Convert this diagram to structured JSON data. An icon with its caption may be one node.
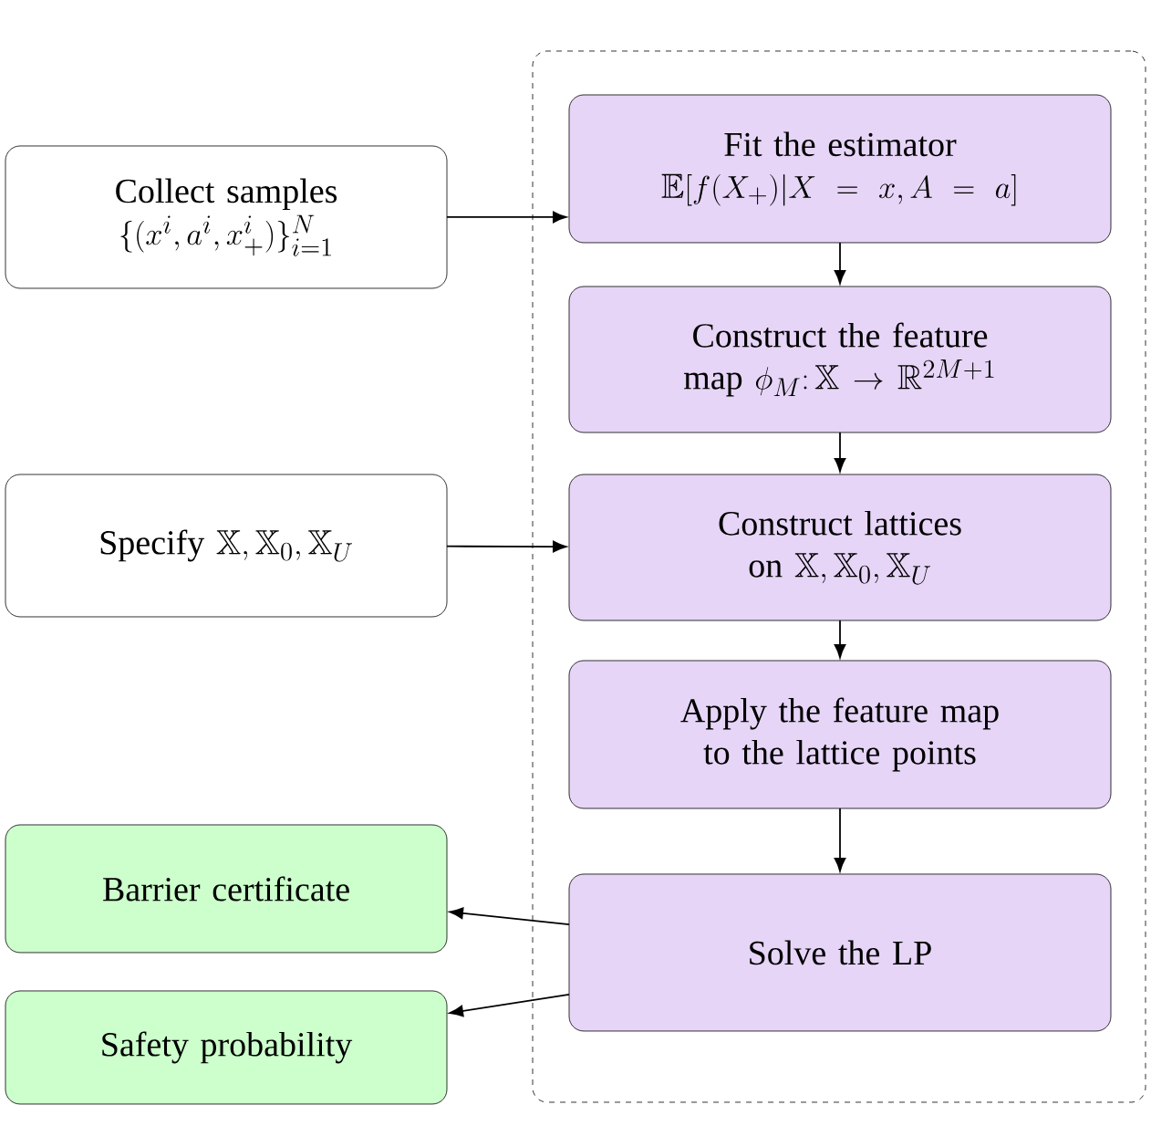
{
  "diagram": {
    "nodes": [
      {
        "text": [],
        "shape": "box"
      },
      {
        "text": [
          "Collect samples",
          "\\{(x^i, a^i, x^i_+)\\}_{i=1}^N"
        ]
      },
      {
        "text": [
          "Fit the estimator",
          "\\mathbb{E}[f(X_+) | X = x, A = a]"
        ],
        "in": 0
      },
      {
        "text": [
          "Construct the feature map",
          "\\phi_M\\colon \\mathbb{X} \\to \\mathbb{R}^{2M+1}"
        ],
        "in": 0
      },
      {
        "text": [
          "Specify",
          "\\mathbb{X}, \\mathbb{X}_0, \\mathbb{X}_U"
        ]
      },
      {
        "text": [
          "Construct lattices on",
          "\\mathbb{X},\\mathbb{X}_0,\\mathbb{X}_U"
        ],
        "in": 0
      },
      {
        "text": [
          "Apply the feature map to the lattice points"
        ],
        "in": 0
      },
      {
        "text": [
          "Solve the LP"
        ],
        "in": 0
      },
      {
        "text": [
          "Barrier certificate"
        ]
      },
      {
        "text": [
          "Safety probability"
        ]
      }
    ],
    "edges": [
      {
        "from": 1,
        "to": 2,
        "arrow": "to"
      },
      {
        "from": 2,
        "to": 3,
        "arrow": "to"
      },
      {
        "from": 3,
        "to": 5,
        "arrow": "to"
      },
      {
        "from": 4,
        "to": 5,
        "arrow": "to"
      },
      {
        "from": 5,
        "to": 6,
        "arrow": "to"
      },
      {
        "from": 6,
        "to": 7,
        "arrow": "to"
      },
      {
        "from": 7,
        "to": 8,
        "arrow": "to"
      },
      {
        "from": 7,
        "to": 9,
        "arrow": "to"
      }
    ]
  }
}
